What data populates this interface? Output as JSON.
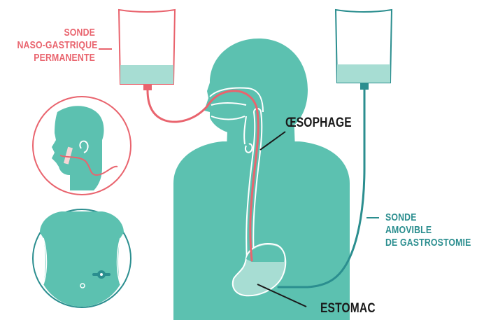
{
  "colors": {
    "body": "#5cc1b0",
    "body_light": "#a7ddd3",
    "red": "#e9646e",
    "teal_dark": "#2b8e8f",
    "black": "#1a1a1a",
    "white": "#ffffff"
  },
  "labels": {
    "naso_gastric": [
      "SONDE",
      "NASO-GASTRIQUE",
      "PERMANENTE"
    ],
    "oesophagus": "ŒSOPHAGE",
    "gastrostomy": [
      "SONDE",
      "AMOVIBLE",
      "DE GASTROSTOMIE"
    ],
    "stomach": "ESTOMAC"
  }
}
